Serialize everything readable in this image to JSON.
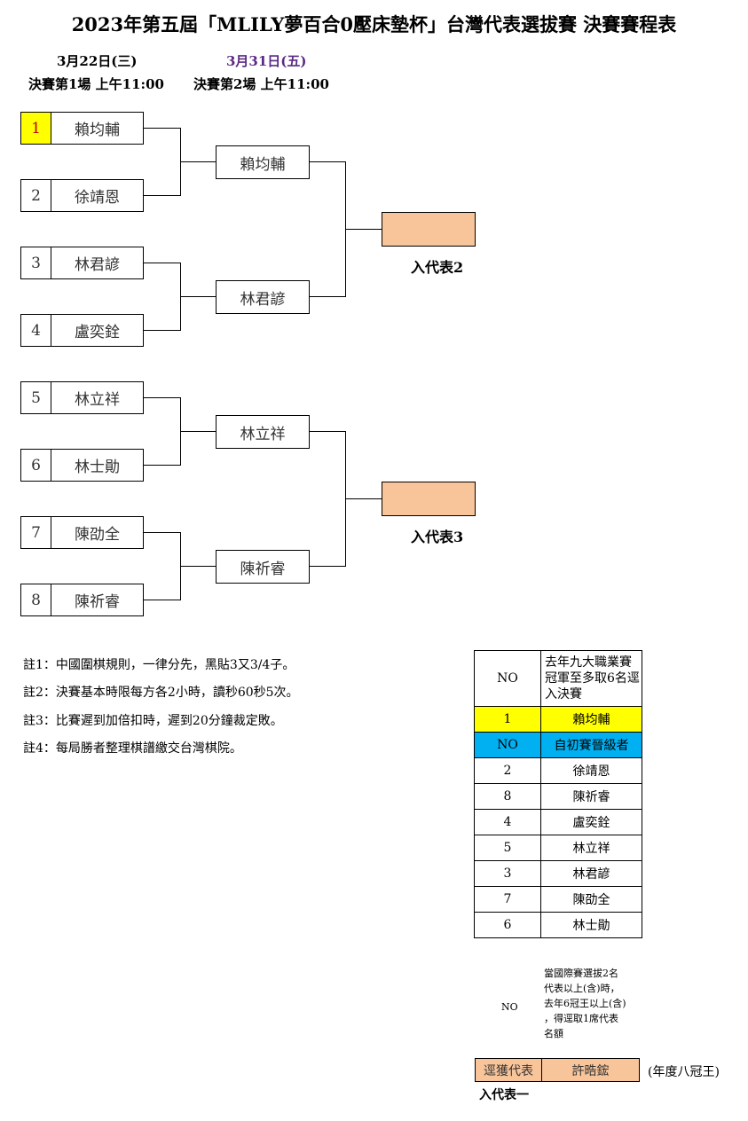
{
  "title": "2023年第五屆「MLILY夢百合0壓床墊杯」台灣代表選拔賽 決賽賽程表",
  "schedule": {
    "date1": "3月22日(三)",
    "date2": "3月31日(五)",
    "round1": "決賽第1場 上午11:00",
    "round2": "決賽第2場 上午11:00"
  },
  "bracket": {
    "seeds": [
      {
        "no": "1",
        "name": "賴均輔"
      },
      {
        "no": "2",
        "name": "徐靖恩"
      },
      {
        "no": "3",
        "name": "林君諺"
      },
      {
        "no": "4",
        "name": "盧奕銓"
      },
      {
        "no": "5",
        "name": "林立祥"
      },
      {
        "no": "6",
        "name": "林士勛"
      },
      {
        "no": "7",
        "name": "陳劭全"
      },
      {
        "no": "8",
        "name": "陳祈睿"
      }
    ],
    "winners": [
      "賴均輔",
      "林君諺",
      "林立祥",
      "陳祈睿"
    ],
    "finals": [
      "",
      ""
    ],
    "final_labels": [
      "入代表2",
      "入代表3"
    ]
  },
  "notes": [
    "註1：中國圍棋規則，一律分先，黑貼3又3/4子。",
    "註2：決賽基本時限每方各2小時，讀秒60秒5次。",
    "註3：比賽遲到加倍扣時，遲到20分鐘裁定敗。",
    "註4：每局勝者整理棋譜繳交台灣棋院。"
  ],
  "table": {
    "header_no": "NO",
    "header_desc": "去年九大職業賽冠軍至多取6名逕入決賽",
    "rows": [
      {
        "no": "1",
        "name": "賴均輔"
      },
      {
        "no": "NO",
        "name": "自初賽晉級者"
      },
      {
        "no": "2",
        "name": "徐靖恩"
      },
      {
        "no": "8",
        "name": "陳祈睿"
      },
      {
        "no": "4",
        "name": "盧奕銓"
      },
      {
        "no": "5",
        "name": "林立祥"
      },
      {
        "no": "3",
        "name": "林君諺"
      },
      {
        "no": "7",
        "name": "陳劭全"
      },
      {
        "no": "6",
        "name": "林士勛"
      }
    ]
  },
  "special": {
    "no_label": "NO",
    "lines": [
      "當國際賽選拔2名",
      "代表以上(含)時，",
      "去年6冠王以上(含)",
      "，得逕取1席代表",
      "名額"
    ],
    "label": "逕獲代表",
    "name": "許晧鋐",
    "note": "(年度八冠王)",
    "caption": "入代表一"
  },
  "colors": {
    "highlight_yellow": "#ffff00",
    "highlight_blue": "#00b0f0",
    "peach": "#f8c49a",
    "date2_purple": "#5b2a86",
    "seed1_red": "#c00000"
  }
}
